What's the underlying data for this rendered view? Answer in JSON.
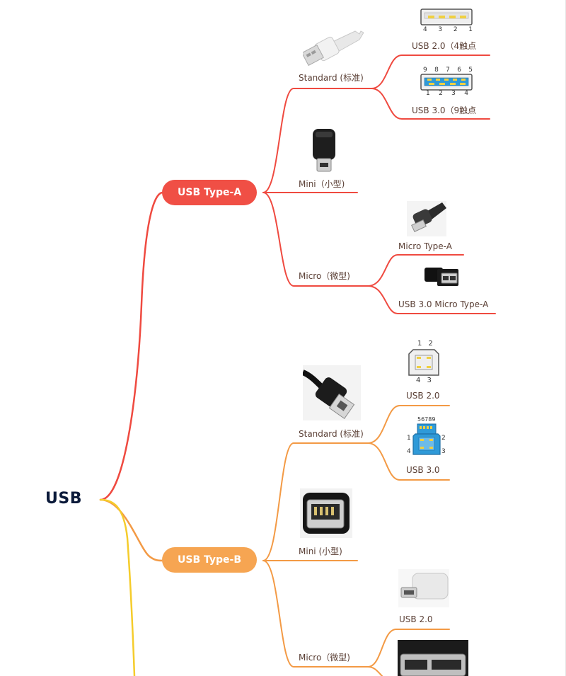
{
  "root": {
    "label": "USB"
  },
  "colors": {
    "red": "#ef4a40",
    "orange": "#f39a45",
    "yellow": "#f5cc2b"
  },
  "type_a": {
    "label": "USB Type-A",
    "standard": {
      "label": "Standard (标准)",
      "usb20": "USB 2.0（4触点",
      "usb30": "USB 3.0（9触点",
      "pins20": [
        "4",
        "3",
        "2",
        "1"
      ],
      "pins30_top": [
        "9",
        "8",
        "7",
        "6",
        "5"
      ],
      "pins30_bottom": [
        "1",
        "2",
        "3",
        "4"
      ]
    },
    "mini": {
      "label": "Mini（小型)"
    },
    "micro": {
      "label": "Micro（微型)",
      "micro_a": "Micro Type-A",
      "usb30_micro_a": "USB 3.0 Micro Type-A"
    }
  },
  "type_b": {
    "label": "USB Type-B",
    "standard": {
      "label": "Standard (标准)",
      "usb20": "USB 2.0",
      "usb30": "USB 3.0",
      "pins20_top": "1 2",
      "pins20_bottom": "4 3",
      "pins30_top": "56789",
      "pins30_left": [
        "1",
        "4"
      ],
      "pins30_right": [
        "2",
        "3"
      ]
    },
    "mini": {
      "label": "Mini (小型)"
    },
    "micro": {
      "label": "Micro（微型)",
      "usb20": "USB 2.0"
    }
  }
}
